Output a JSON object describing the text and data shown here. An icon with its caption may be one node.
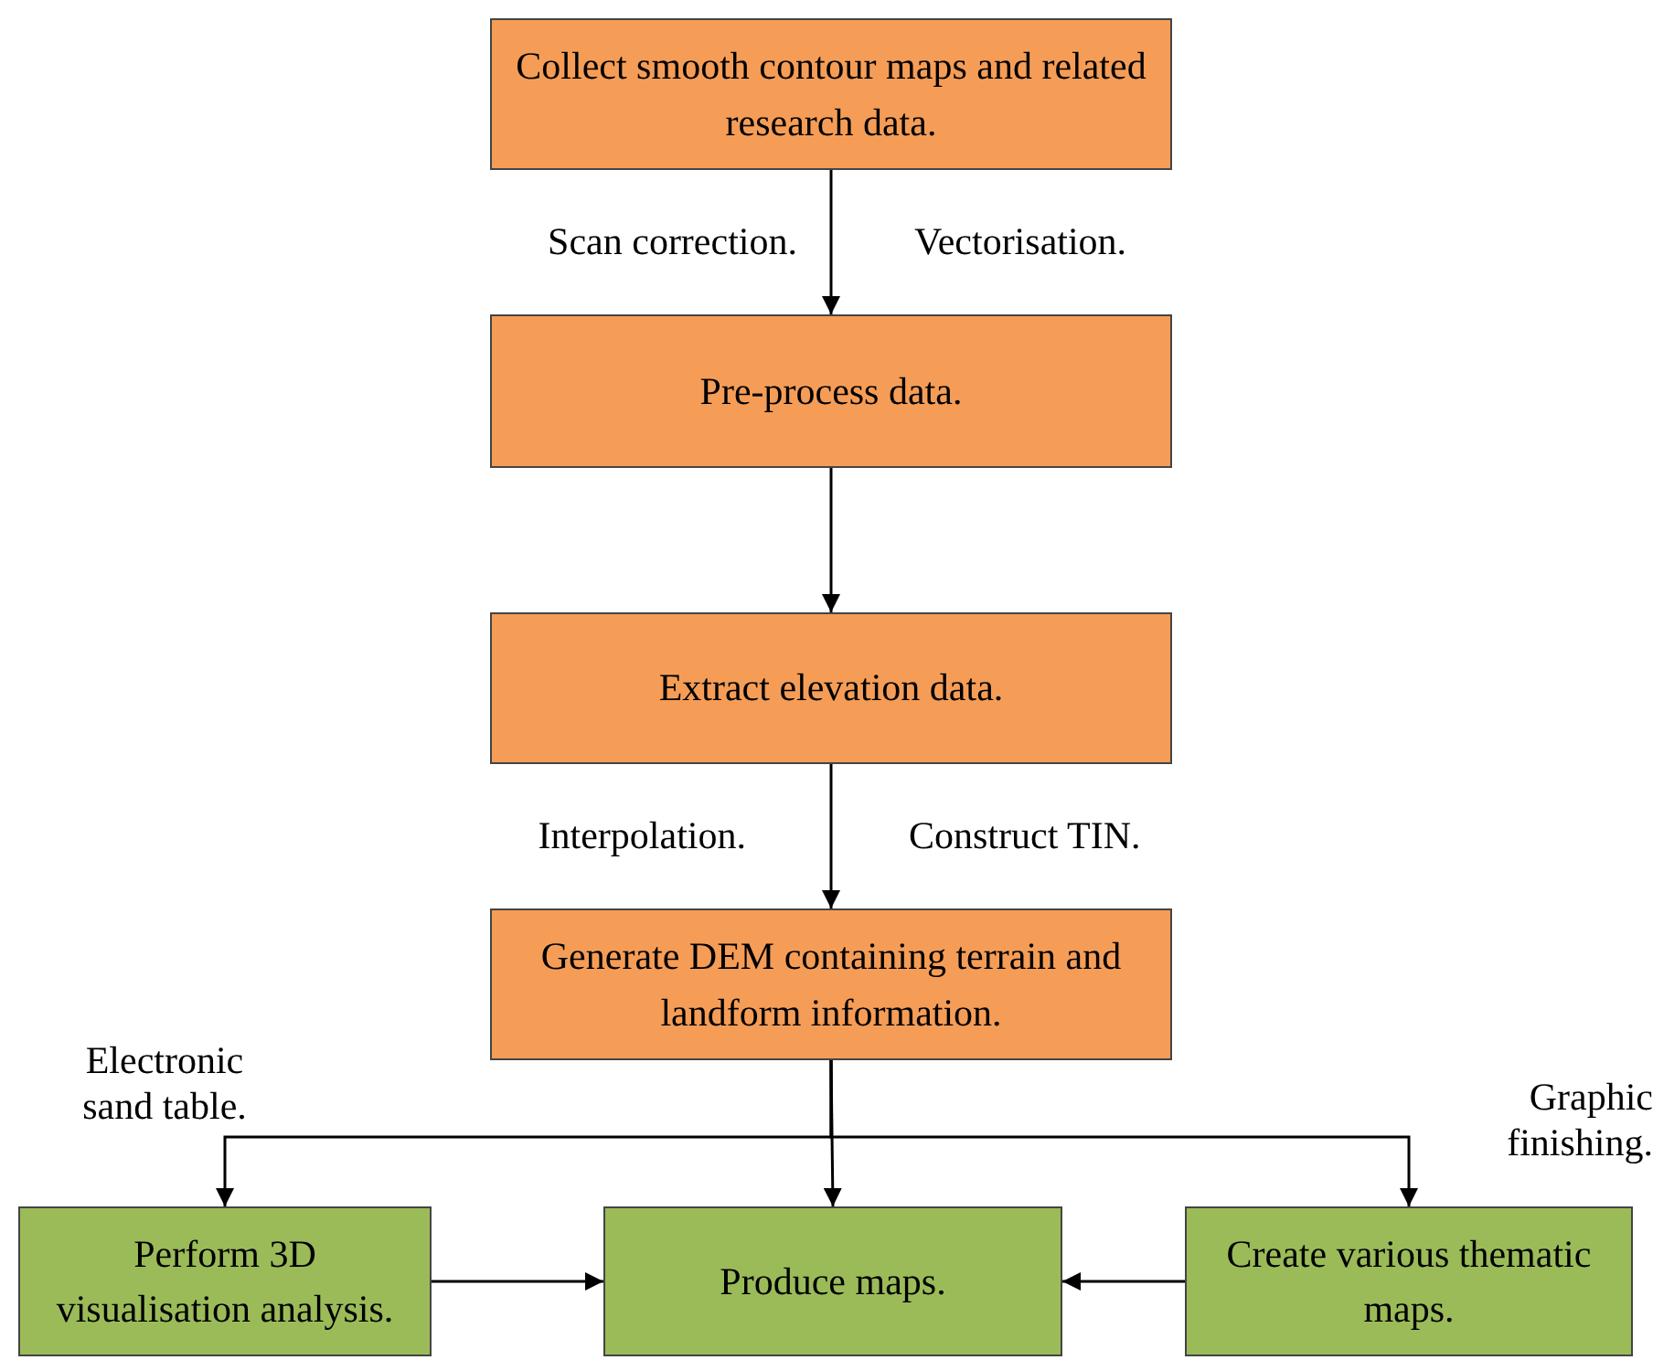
{
  "diagram": {
    "nodes": [
      {
        "text": [
          "Collect smooth contour maps and related research data."
        ]
      },
      {
        "text": [
          "Pre-process data."
        ]
      },
      {
        "text": [
          "Extract elevation data."
        ]
      },
      {
        "text": [
          "Generate DEM containing terrain and landform information."
        ]
      },
      {
        "text": [
          "Perform 3D visualisation analysis."
        ]
      },
      {
        "text": [
          "Produce maps."
        ]
      },
      {
        "text": [
          "Create various thematic maps."
        ]
      }
    ],
    "edges": [
      {
        "from": 0,
        "to": 1,
        "arrow": "to"
      },
      {
        "from": 1,
        "to": 2,
        "arrow": "to"
      },
      {
        "from": 2,
        "to": 3,
        "arrow": "to"
      },
      {
        "from": 3,
        "to": 4,
        "arrow": "to"
      },
      {
        "from": 3,
        "to": 5,
        "arrow": "to"
      },
      {
        "from": 3,
        "to": 6,
        "arrow": "to"
      },
      {
        "from": 4,
        "to": 5,
        "arrow": "to"
      },
      {
        "from": 6,
        "to": 5,
        "arrow": "to"
      }
    ],
    "labels": [
      "Scan correction.",
      "Vectorisation.",
      "Interpolation.",
      "Construct TIN.",
      "Electronic sand table.",
      "Graphic finishing."
    ]
  }
}
